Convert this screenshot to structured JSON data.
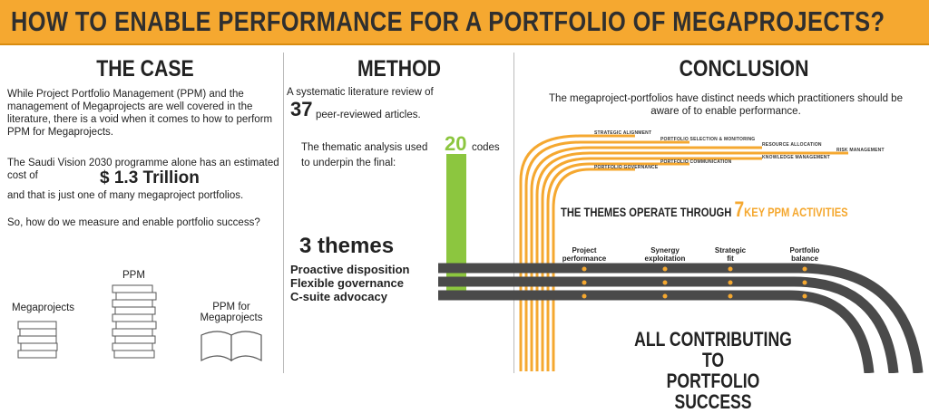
{
  "title": "HOW TO ENABLE PERFORMANCE FOR A PORTFOLIO OF MEGAPROJECTS?",
  "case": {
    "heading": "THE CASE",
    "p1": "While Project Portfolio Management (PPM) and the management of Megaprojects are well covered in the literature, there is a void when it comes to how to perform PPM for Megaprojects.",
    "p2a": "The Saudi Vision 2030 programme alone has an estimated cost of",
    "amount": "$ 1.3 Trillion",
    "p2b": "and that is just one of many megaproject portfolios.",
    "p3": "So, how do we measure and enable portfolio success?",
    "books": [
      "Megaprojects",
      "PPM",
      "PPM for Megaprojects"
    ]
  },
  "method": {
    "heading": "METHOD",
    "line1": "A systematic literature review of",
    "count": "37",
    "line2": "peer-reviewed articles.",
    "codes_pre": "The thematic analysis used",
    "codes": "20",
    "codes_post": "codes",
    "line3": "to underpin the final:",
    "themes_title": "3 themes",
    "themes": [
      "Proactive disposition",
      "Flexible governance",
      "C-suite advocacy"
    ]
  },
  "conclusion": {
    "heading": "CONCLUSION",
    "text": "The megaproject-portfolios have distinct needs which practitioners should be aware of to enable performance.",
    "activities": [
      "STRATEGIC ALIGNMENT",
      "PORTFOLIO SELECTION & MONITORING",
      "RESOURCE ALLOCATION",
      "RISK MANAGEMENT",
      "KNOWLEDGE MANAGEMENT",
      "PORTFOLIO COMMUNICATION",
      "PORTFOLIO GOVERNANCE"
    ],
    "operate_pre": "THE THEMES OPERATE THROUGH",
    "operate_num": "7",
    "operate_post": "KEY PPM ACTIVITIES",
    "outcomes": [
      "Project performance",
      "Synergy exploitation",
      "Strategic fit",
      "Portfolio balance"
    ],
    "final1": "ALL CONTRIBUTING TO",
    "final2": "PORTFOLIO SUCCESS"
  },
  "colors": {
    "orange": "#f5a830",
    "green": "#8cc63f",
    "road": "#4a4a4a"
  }
}
